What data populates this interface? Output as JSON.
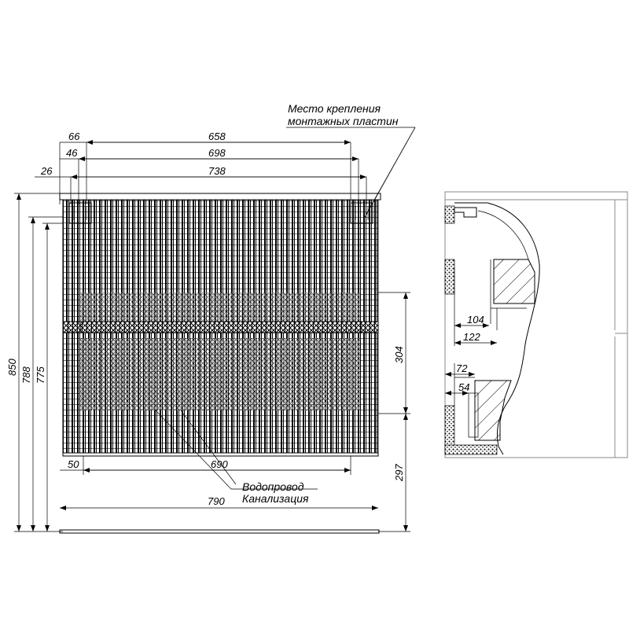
{
  "notes": {
    "mounting_line1": "Место крепления",
    "mounting_line2": "монтажных пластин",
    "water": "Водопровод",
    "sewer": "Канализация"
  },
  "front_view": {
    "top_widths": [
      "66",
      "658",
      "46",
      "698",
      "26",
      "738"
    ],
    "heights": [
      "850",
      "788",
      "775"
    ],
    "right_heights": [
      "304",
      "297"
    ],
    "bottom_widths": [
      "50",
      "690",
      "790"
    ]
  },
  "side_view": {
    "dims": [
      "104",
      "122",
      "72",
      "54"
    ]
  }
}
